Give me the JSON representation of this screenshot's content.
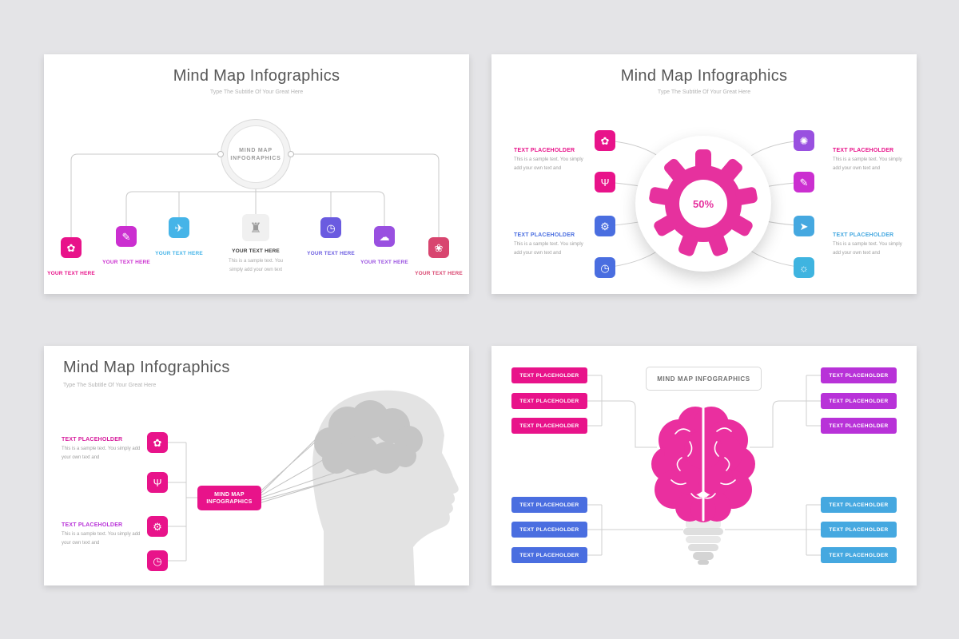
{
  "colors": {
    "pink": "#e8138a",
    "brain": "#ea2f9f",
    "gear_pink": "#e6319e",
    "blue": "#4a6ee0",
    "light_blue": "#45a8e0",
    "purple": "#9950e0"
  },
  "slide1": {
    "title": "Mind Map Infographics",
    "subtitle": "Type The Subtitle Of Your Great Here",
    "center": {
      "line1": "MIND MAP",
      "line2": "INFOGRAPHICS"
    },
    "nodes": [
      {
        "icon": "rose-icon",
        "glyph": "✿",
        "color": "#e8138a",
        "label": "YOUR TEXT HERE"
      },
      {
        "icon": "paperclip-icon",
        "glyph": "✎",
        "color": "#cb2fd0",
        "label": "YOUR TEXT HERE"
      },
      {
        "icon": "rocket-icon",
        "glyph": "✈",
        "color": "#45b4e8",
        "label": "YOUR TEXT HERE"
      },
      {
        "icon": "tower-icon",
        "glyph": "♜",
        "color": "#f0f0f0",
        "glyph_color": "#9a9a9a",
        "label": "YOUR TEXT HERE",
        "description": "This is a sample text. You simply add your own text"
      },
      {
        "icon": "stopwatch-icon",
        "glyph": "◷",
        "color": "#6a5be0",
        "label": "YOUR TEXT HERE"
      },
      {
        "icon": "brain-icon",
        "glyph": "☁",
        "color": "#9950e0",
        "label": "YOUR TEXT HERE"
      },
      {
        "icon": "flower-icon",
        "glyph": "❀",
        "color": "#d8456f",
        "label": "YOUR TEXT HERE"
      }
    ]
  },
  "slide2": {
    "title": "Mind Map Infographics",
    "subtitle": "Type The Subtitle Of Your Great Here",
    "center_value": "50%",
    "left_icons": [
      {
        "icon": "rose-icon",
        "glyph": "✿",
        "color": "#e8138a"
      },
      {
        "icon": "microphone-icon",
        "glyph": "Ψ",
        "color": "#e8138a"
      },
      {
        "icon": "gear-icon",
        "glyph": "⚙",
        "color": "#4a6ee0"
      },
      {
        "icon": "stopwatch-icon",
        "glyph": "◷",
        "color": "#4a6ee0"
      }
    ],
    "right_icons": [
      {
        "icon": "bulb-icon",
        "glyph": "✺",
        "color": "#9950e0"
      },
      {
        "icon": "paperclip-icon",
        "glyph": "✎",
        "color": "#cb2fd0"
      },
      {
        "icon": "megaphone-icon",
        "glyph": "➤",
        "color": "#45a8e0"
      },
      {
        "icon": "lamp-icon",
        "glyph": "☼",
        "color": "#3fb4e0"
      }
    ],
    "left_texts": [
      {
        "heading": "TEXT PLACEHOLDER",
        "color": "#e8138a",
        "body": "This is a sample text. You simply add your own text and"
      },
      {
        "heading": "TEXT PLACEHOLDER",
        "color": "#4a6ee0",
        "body": "This is a sample text. You simply add your own text and"
      }
    ],
    "right_texts": [
      {
        "heading": "TEXT PLACEHOLDER",
        "color": "#e8138a",
        "body": "This is a sample text. You simply add your own text and"
      },
      {
        "heading": "TEXT PLACEHOLDER",
        "color": "#45a8e0",
        "body": "This is a sample text. You simply add your own text and"
      }
    ]
  },
  "slide3": {
    "title": "Mind Map Infographics",
    "subtitle": "Type The Subtitle Of Your Great Here",
    "box": {
      "line1": "MIND MAP",
      "line2": "INFOGRAPHICS",
      "color": "#e8138a"
    },
    "icons": [
      {
        "icon": "rose-icon",
        "glyph": "✿",
        "color": "#e8138a"
      },
      {
        "icon": "microphone-icon",
        "glyph": "Ψ",
        "color": "#e8138a"
      },
      {
        "icon": "gear-icon",
        "glyph": "⚙",
        "color": "#e8138a"
      },
      {
        "icon": "stopwatch-icon",
        "glyph": "◷",
        "color": "#e8138a"
      }
    ],
    "texts": [
      {
        "heading": "TEXT PLACEHOLDER",
        "color": "#d6189a",
        "body": "This is a sample text. You simply add your own text and"
      },
      {
        "heading": "TEXT PLACEHOLDER",
        "color": "#b832d8",
        "body": "This is a sample text. You simply add your own text and"
      }
    ]
  },
  "slide4": {
    "header": "MIND MAP INFOGRAPHICS",
    "groups": [
      {
        "name": "left-top",
        "color": "#e8138a",
        "items": [
          "TEXT PLACEHOLDER",
          "TEXT PLACEHOLDER",
          "TEXT PLACEHOLDER"
        ]
      },
      {
        "name": "left-bottom",
        "color": "#4a6ee0",
        "items": [
          "TEXT PLACEHOLDER",
          "TEXT PLACEHOLDER",
          "TEXT PLACEHOLDER"
        ]
      },
      {
        "name": "right-top",
        "color": "#b832d8",
        "items": [
          "TEXT PLACEHOLDER",
          "TEXT PLACEHOLDER",
          "TEXT PLACEHOLDER"
        ]
      },
      {
        "name": "right-bottom",
        "color": "#45a8e0",
        "items": [
          "TEXT PLACEHOLDER",
          "TEXT PLACEHOLDER",
          "TEXT PLACEHOLDER"
        ]
      }
    ]
  }
}
